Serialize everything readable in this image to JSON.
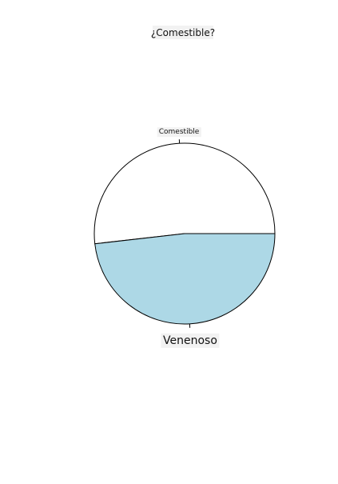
{
  "chart_data": {
    "type": "pie",
    "title": "¿Comestible?",
    "categories": [
      "Comestible",
      "Venenoso"
    ],
    "values": [
      51.8,
      48.2
    ],
    "colors": [
      "#ffffff",
      "#add8e6"
    ],
    "outline_color": "#000000",
    "legend": "none",
    "grid": false
  }
}
